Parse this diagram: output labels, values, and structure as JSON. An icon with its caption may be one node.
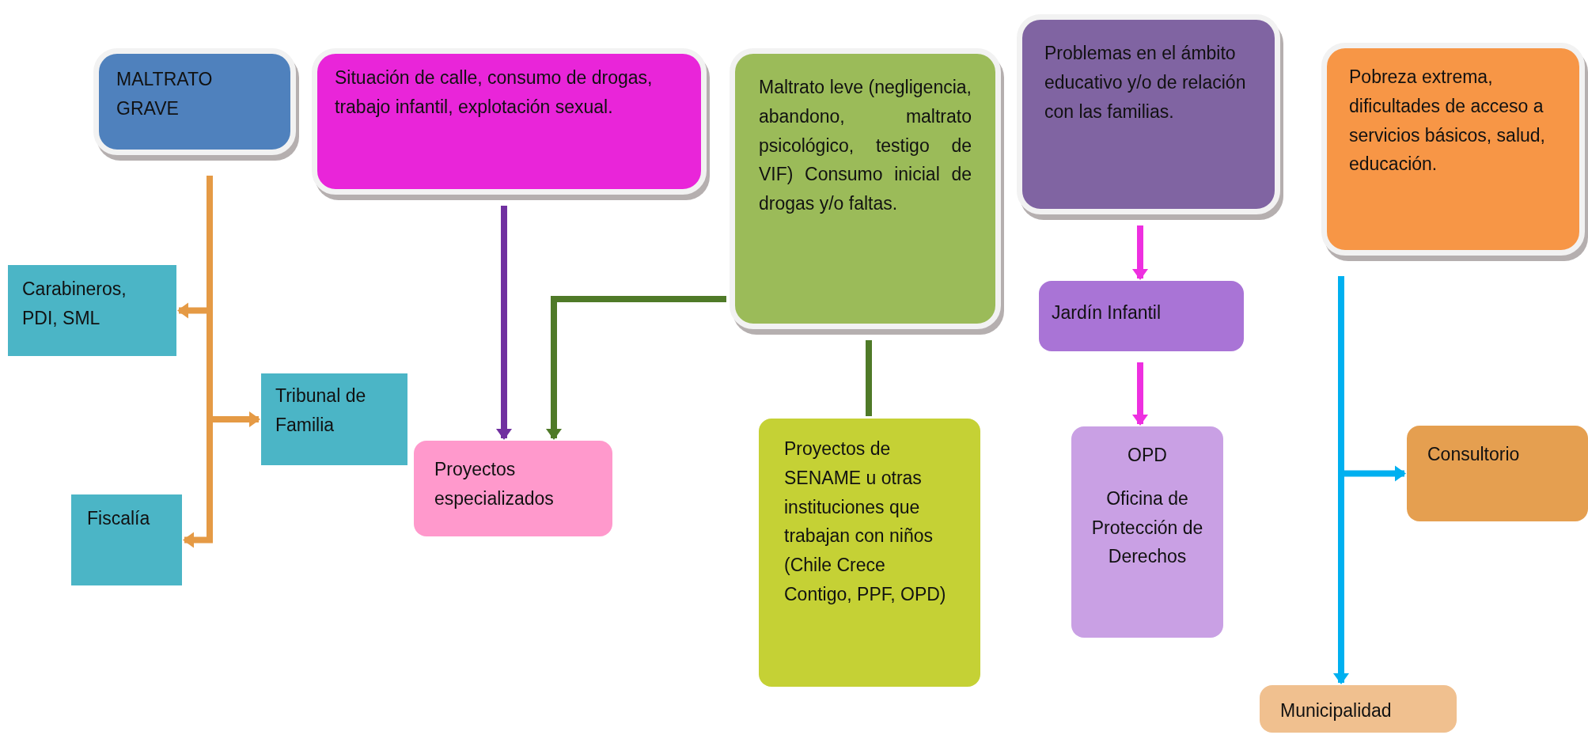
{
  "diagram": {
    "nodes": [
      {
        "text": [
          "MALTRATO GRAVE"
        ]
      },
      {
        "text": [
          "Situación de calle, consumo de drogas, trabajo infantil, explotación sexual."
        ]
      },
      {
        "text": [
          "Maltrato leve (negligencia, abandono, maltrato psicológico, testigo de VIF) Consumo inicial de drogas y/o faltas."
        ]
      },
      {
        "text": [
          "Problemas en el ámbito educativo y/o de relación con las familias."
        ]
      },
      {
        "text": [
          "Pobreza extrema, dificultades de acceso a servicios básicos, salud, educación."
        ]
      },
      {
        "text": [
          "Carabineros, PDI, SML"
        ]
      },
      {
        "text": [
          "Tribunal de Familia"
        ]
      },
      {
        "text": [
          "Fiscalía"
        ]
      },
      {
        "text": [
          "Proyectos especializados"
        ]
      },
      {
        "text": [
          "Proyectos de SENAME u otras instituciones que trabajan con niños (Chile Crece Contigo, PPF, OPD)"
        ]
      },
      {
        "text": [
          "Jardín Infantil"
        ]
      },
      {
        "text": [
          "OPD",
          "Oficina de Protección de Derechos"
        ]
      },
      {
        "text": [
          "Consultorio"
        ]
      },
      {
        "text": [
          "Municipalidad"
        ]
      }
    ],
    "edges": [
      {
        "from": 0,
        "to": 5,
        "arrow": "to",
        "color": "#e59a45"
      },
      {
        "from": 0,
        "to": 6,
        "arrow": "to",
        "color": "#e59a45"
      },
      {
        "from": 0,
        "to": 7,
        "arrow": "to",
        "color": "#e59a45"
      },
      {
        "from": 1,
        "to": 8,
        "arrow": "to",
        "color": "#7030a0"
      },
      {
        "from": 2,
        "to": 8,
        "arrow": "to",
        "color": "#4f7a28"
      },
      {
        "from": 2,
        "to": 9,
        "arrow": "none",
        "color": "#4f7a28"
      },
      {
        "from": 3,
        "to": 10,
        "arrow": "to",
        "color": "#ee2fe0"
      },
      {
        "from": 10,
        "to": 11,
        "arrow": "to",
        "color": "#ee2fe0"
      },
      {
        "from": 4,
        "to": 12,
        "arrow": "to",
        "color": "#00b0f0"
      },
      {
        "from": 4,
        "to": 13,
        "arrow": "to",
        "color": "#00b0f0"
      }
    ]
  }
}
